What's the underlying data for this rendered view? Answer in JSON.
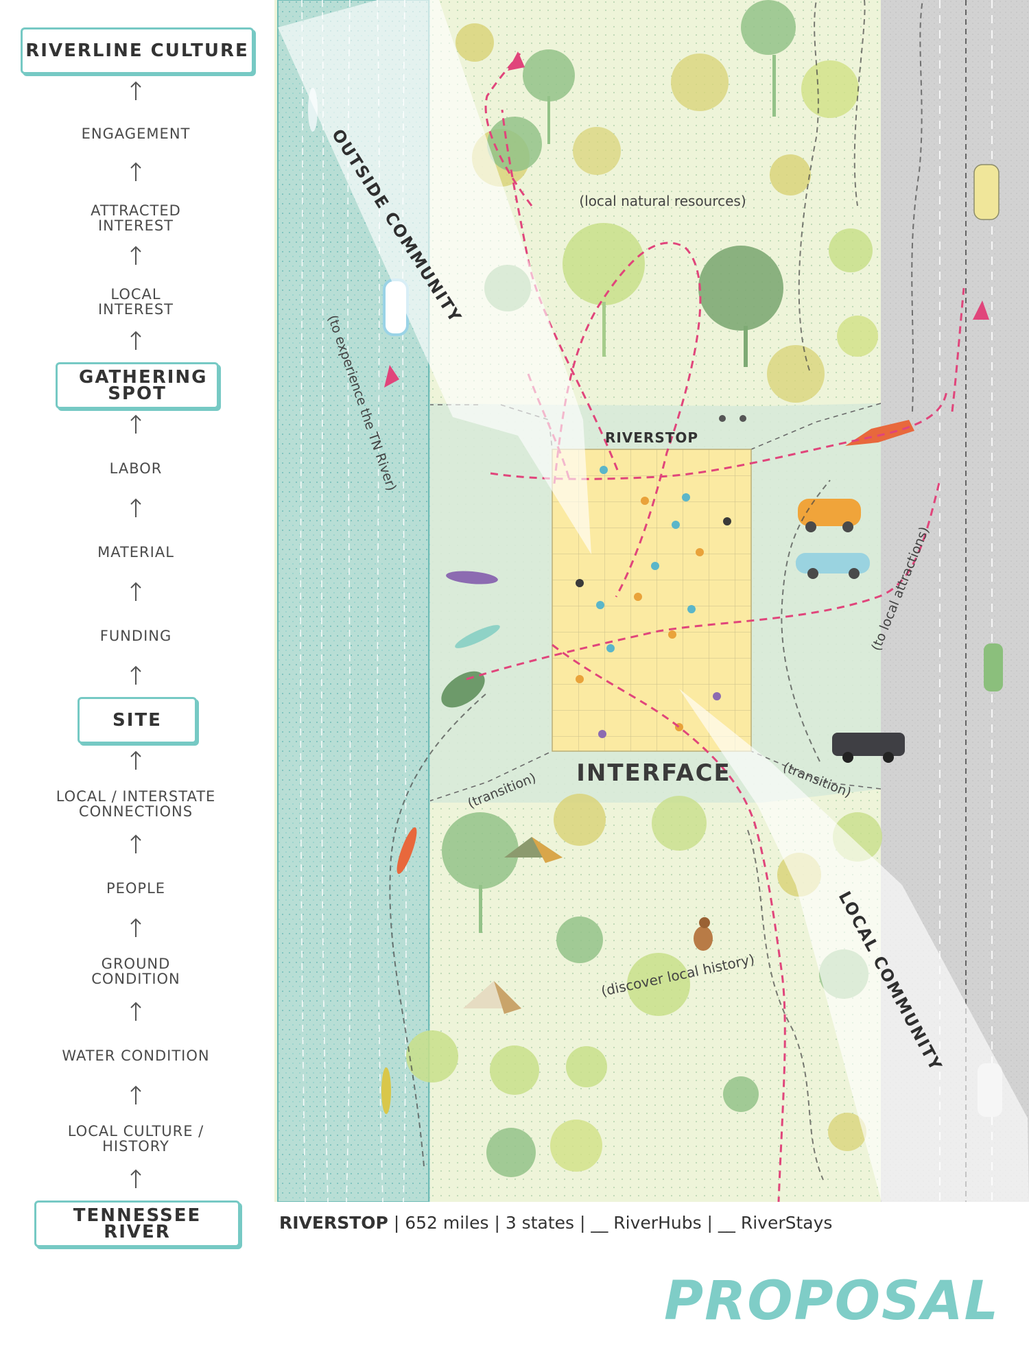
{
  "flow": {
    "top_box": "RIVERLINE CULTURE",
    "steps_upper": [
      "ENGAGEMENT",
      "ATTRACTED INTEREST",
      "LOCAL INTEREST"
    ],
    "middle_box_1": "GATHERING SPOT",
    "steps_middle": [
      "LABOR",
      "MATERIAL",
      "FUNDING"
    ],
    "middle_box_2": "SITE",
    "steps_lower": [
      "LOCAL / INTERSTATE CONNECTIONS",
      "PEOPLE",
      "GROUND CONDITION",
      "WATER CONDITION",
      "LOCAL CULTURE / HISTORY"
    ],
    "bottom_box": "TENNESSEE RIVER"
  },
  "plan": {
    "outside_community": "OUTSIDE COMMUNITY",
    "local_community": "LOCAL COMMUNITY",
    "riverstop": "RIVERSTOP",
    "interface": "INTERFACE",
    "natural_resources": "(local natural resources)",
    "experience_river": "(to experience the TN River)",
    "local_attractions": "(to local attractions)",
    "transition_left": "(transition)",
    "transition_right": "(transition)",
    "local_history": "(discover local history)"
  },
  "caption": {
    "bold": "RIVERSTOP",
    "rest": " | 652 miles | 3 states | __ RiverHubs | __ RiverStays"
  },
  "title": "PROPOSAL",
  "colors": {
    "accent_teal": "#76c9c4",
    "water": "#b8ded5",
    "land": "#eef4d9",
    "road": "#d2d2d2",
    "path_pink": "#e0457b",
    "plaza": "#fbeaa2"
  }
}
